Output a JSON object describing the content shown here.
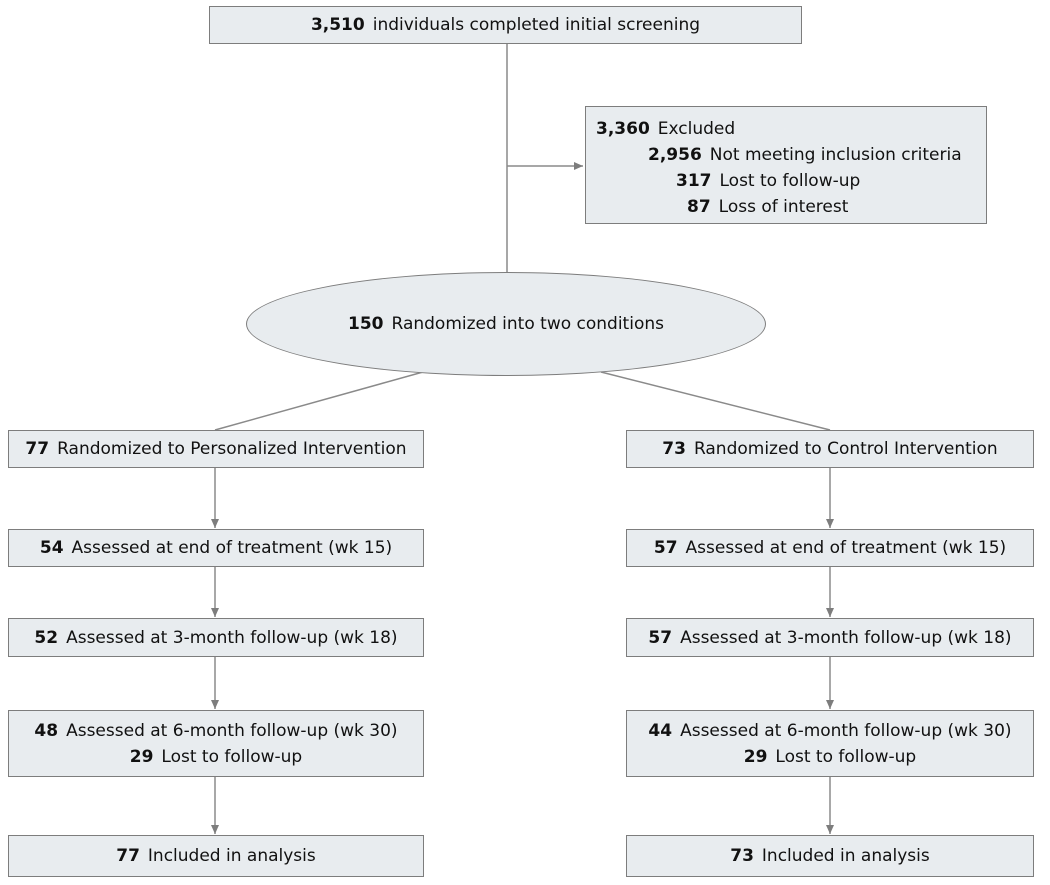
{
  "screening": {
    "count": "3,510",
    "label": "individuals completed  initial screening"
  },
  "excluded": {
    "count": "3,360",
    "label": "Excluded",
    "items": [
      {
        "count": "2,956",
        "label": "Not meeting inclusion criteria"
      },
      {
        "count": "317",
        "label": "Lost to follow-up"
      },
      {
        "count": "87",
        "label": "Loss of interest"
      }
    ]
  },
  "randomized": {
    "count": "150",
    "label": "Randomized into two conditions"
  },
  "left": {
    "arm": {
      "count": "77",
      "label": "Randomized to Personalized Intervention"
    },
    "eot": {
      "count": "54",
      "label": "Assessed at end of treatment (wk 15)"
    },
    "fu3": {
      "count": "52",
      "label": "Assessed at 3-month follow-up (wk 18)"
    },
    "fu6": {
      "count": "48",
      "label": "Assessed at 6-month follow-up (wk 30)"
    },
    "lost": {
      "count": "29",
      "label": "Lost to follow-up"
    },
    "analysis": {
      "count": "77",
      "label": "Included in analysis"
    }
  },
  "right": {
    "arm": {
      "count": "73",
      "label": "Randomized to Control Intervention"
    },
    "eot": {
      "count": "57",
      "label": "Assessed at end of treatment (wk 15)"
    },
    "fu3": {
      "count": "57",
      "label": "Assessed at 3-month follow-up (wk 18)"
    },
    "fu6": {
      "count": "44",
      "label": "Assessed at 6-month follow-up (wk 30)"
    },
    "lost": {
      "count": "29",
      "label": "Lost to follow-up"
    },
    "analysis": {
      "count": "73",
      "label": "Included in analysis"
    }
  }
}
